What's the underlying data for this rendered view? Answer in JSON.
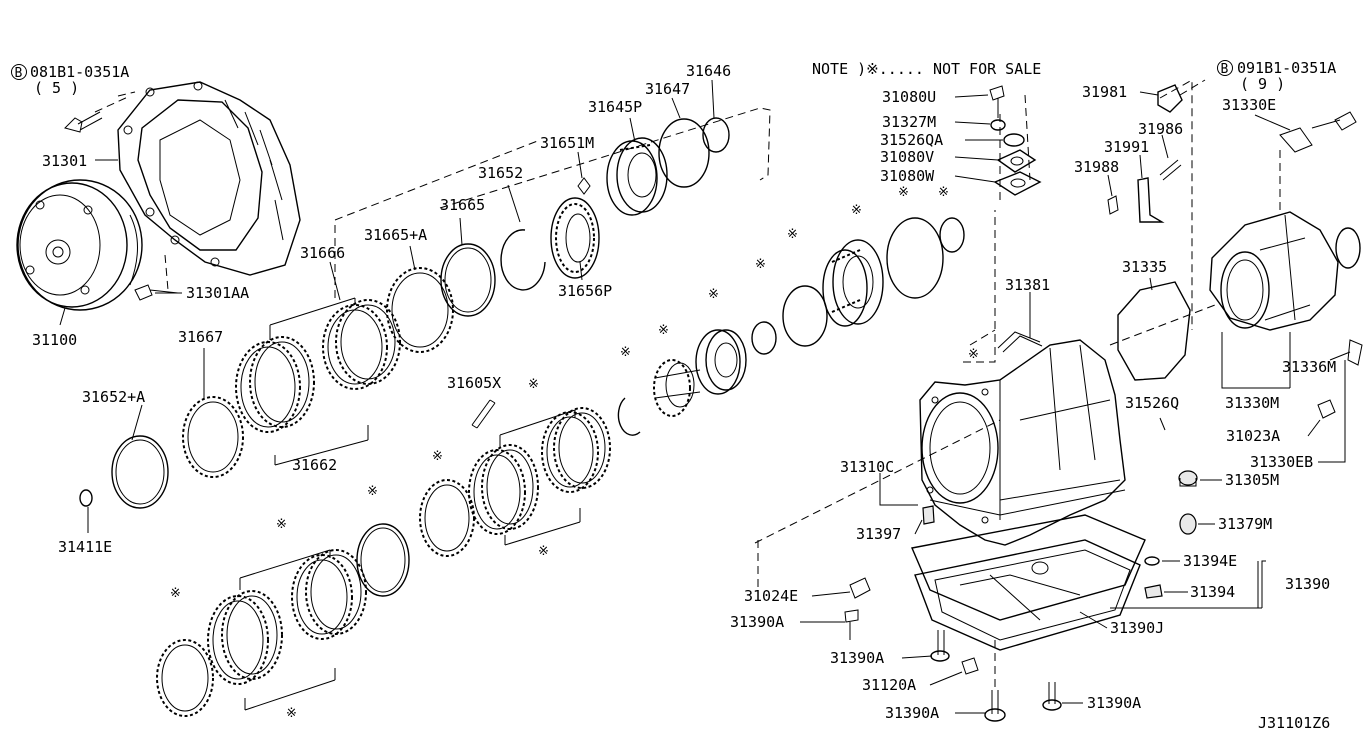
{
  "diagram": {
    "note_line": "NOTE )※..... NOT FOR SALE",
    "diagram_code": "J31101Z6",
    "bolt_ref_left": {
      "badge": "B",
      "code": "081B1-0351A",
      "qty": "( 5 )"
    },
    "bolt_ref_right": {
      "badge": "B",
      "code": "091B1-0351A",
      "qty": "( 9 )"
    },
    "star": "※",
    "labels": {
      "p31301": "31301",
      "p31100": "31100",
      "p31301AA": "31301AA",
      "p31667": "31667",
      "p31652A": "31652+A",
      "p31411E": "31411E",
      "p31666": "31666",
      "p31662": "31662",
      "p31665A": "31665+A",
      "p31665": "31665",
      "p31652": "31652",
      "p31651M": "31651M",
      "p31656P": "31656P",
      "p31645P": "31645P",
      "p31647": "31647",
      "p31646": "31646",
      "p31605X": "31605X",
      "p31080U": "31080U",
      "p31327M": "31327M",
      "p31526QA": "31526QA",
      "p31080V": "31080V",
      "p31080W": "31080W",
      "p31381": "31381",
      "p31310C": "31310C",
      "p31397": "31397",
      "p31024E": "31024E",
      "p31390A_1": "31390A",
      "p31390A_2": "31390A",
      "p31120A": "31120A",
      "p31390A_3": "31390A",
      "p31390A_4": "31390A",
      "p31390J": "31390J",
      "p31394E": "31394E",
      "p31394": "31394",
      "p31390": "31390",
      "p31379M": "31379M",
      "p31305M": "31305M",
      "p31330EB": "31330EB",
      "p31023A": "31023A",
      "p31330M": "31330M",
      "p31336M": "31336M",
      "p31526Q": "31526Q",
      "p31335": "31335",
      "p31981": "31981",
      "p31330E": "31330E",
      "p31986": "31986",
      "p31991": "31991",
      "p31988": "31988"
    }
  }
}
